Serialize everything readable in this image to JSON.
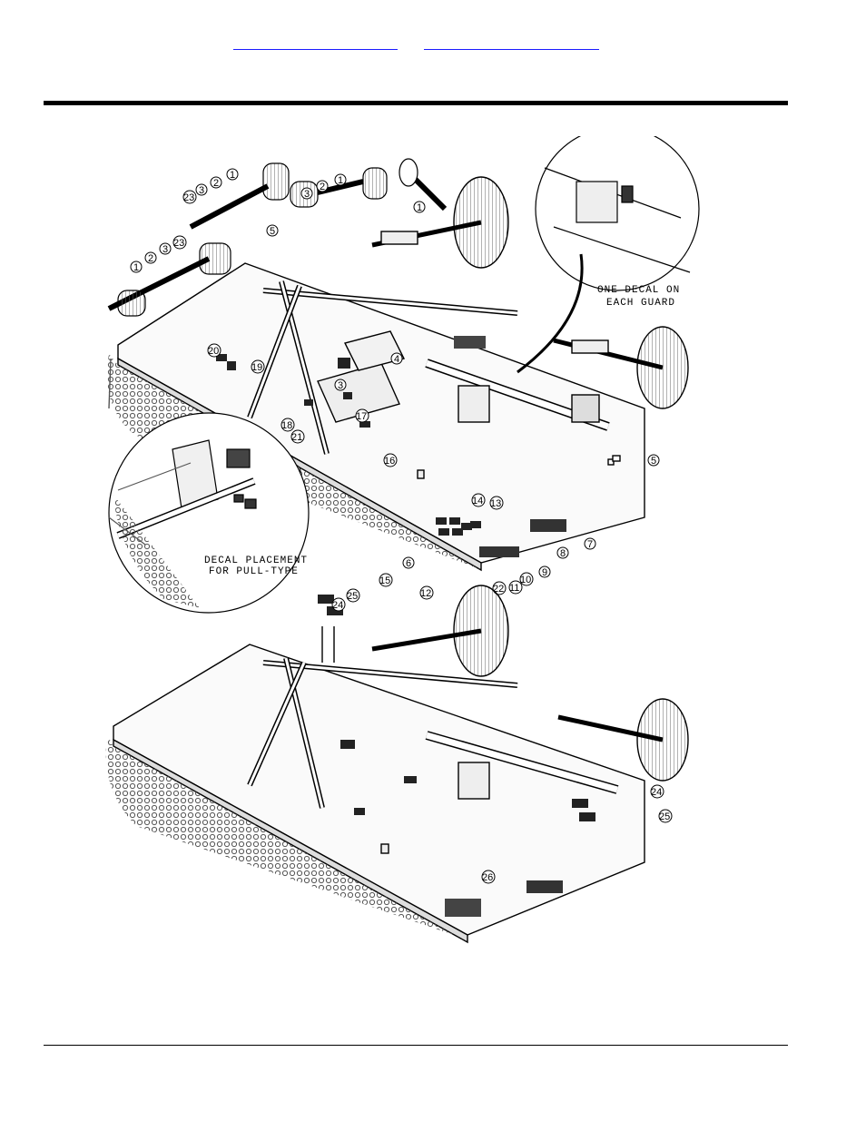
{
  "header": {
    "link_a": "",
    "link_b": ""
  },
  "notes": {
    "guard_line1": "ONE DECAL ON",
    "guard_line2": "EACH GUARD",
    "pull_line1": "DECAL PLACEMENT",
    "pull_line2": "FOR PULL-TYPE"
  },
  "callouts_top": [
    "1",
    "2",
    "3",
    "23",
    "1",
    "2",
    "3",
    "1",
    "23",
    "3",
    "2",
    "1",
    "3",
    "5",
    "20",
    "19",
    "3",
    "4",
    "18",
    "17",
    "16",
    "5",
    "3",
    "21",
    "16",
    "17",
    "14",
    "13",
    "15",
    "6",
    "12",
    "8",
    "7",
    "9",
    "10",
    "11",
    "22"
  ],
  "callouts_bottom": [
    "25",
    "24",
    "24",
    "25",
    "26"
  ]
}
